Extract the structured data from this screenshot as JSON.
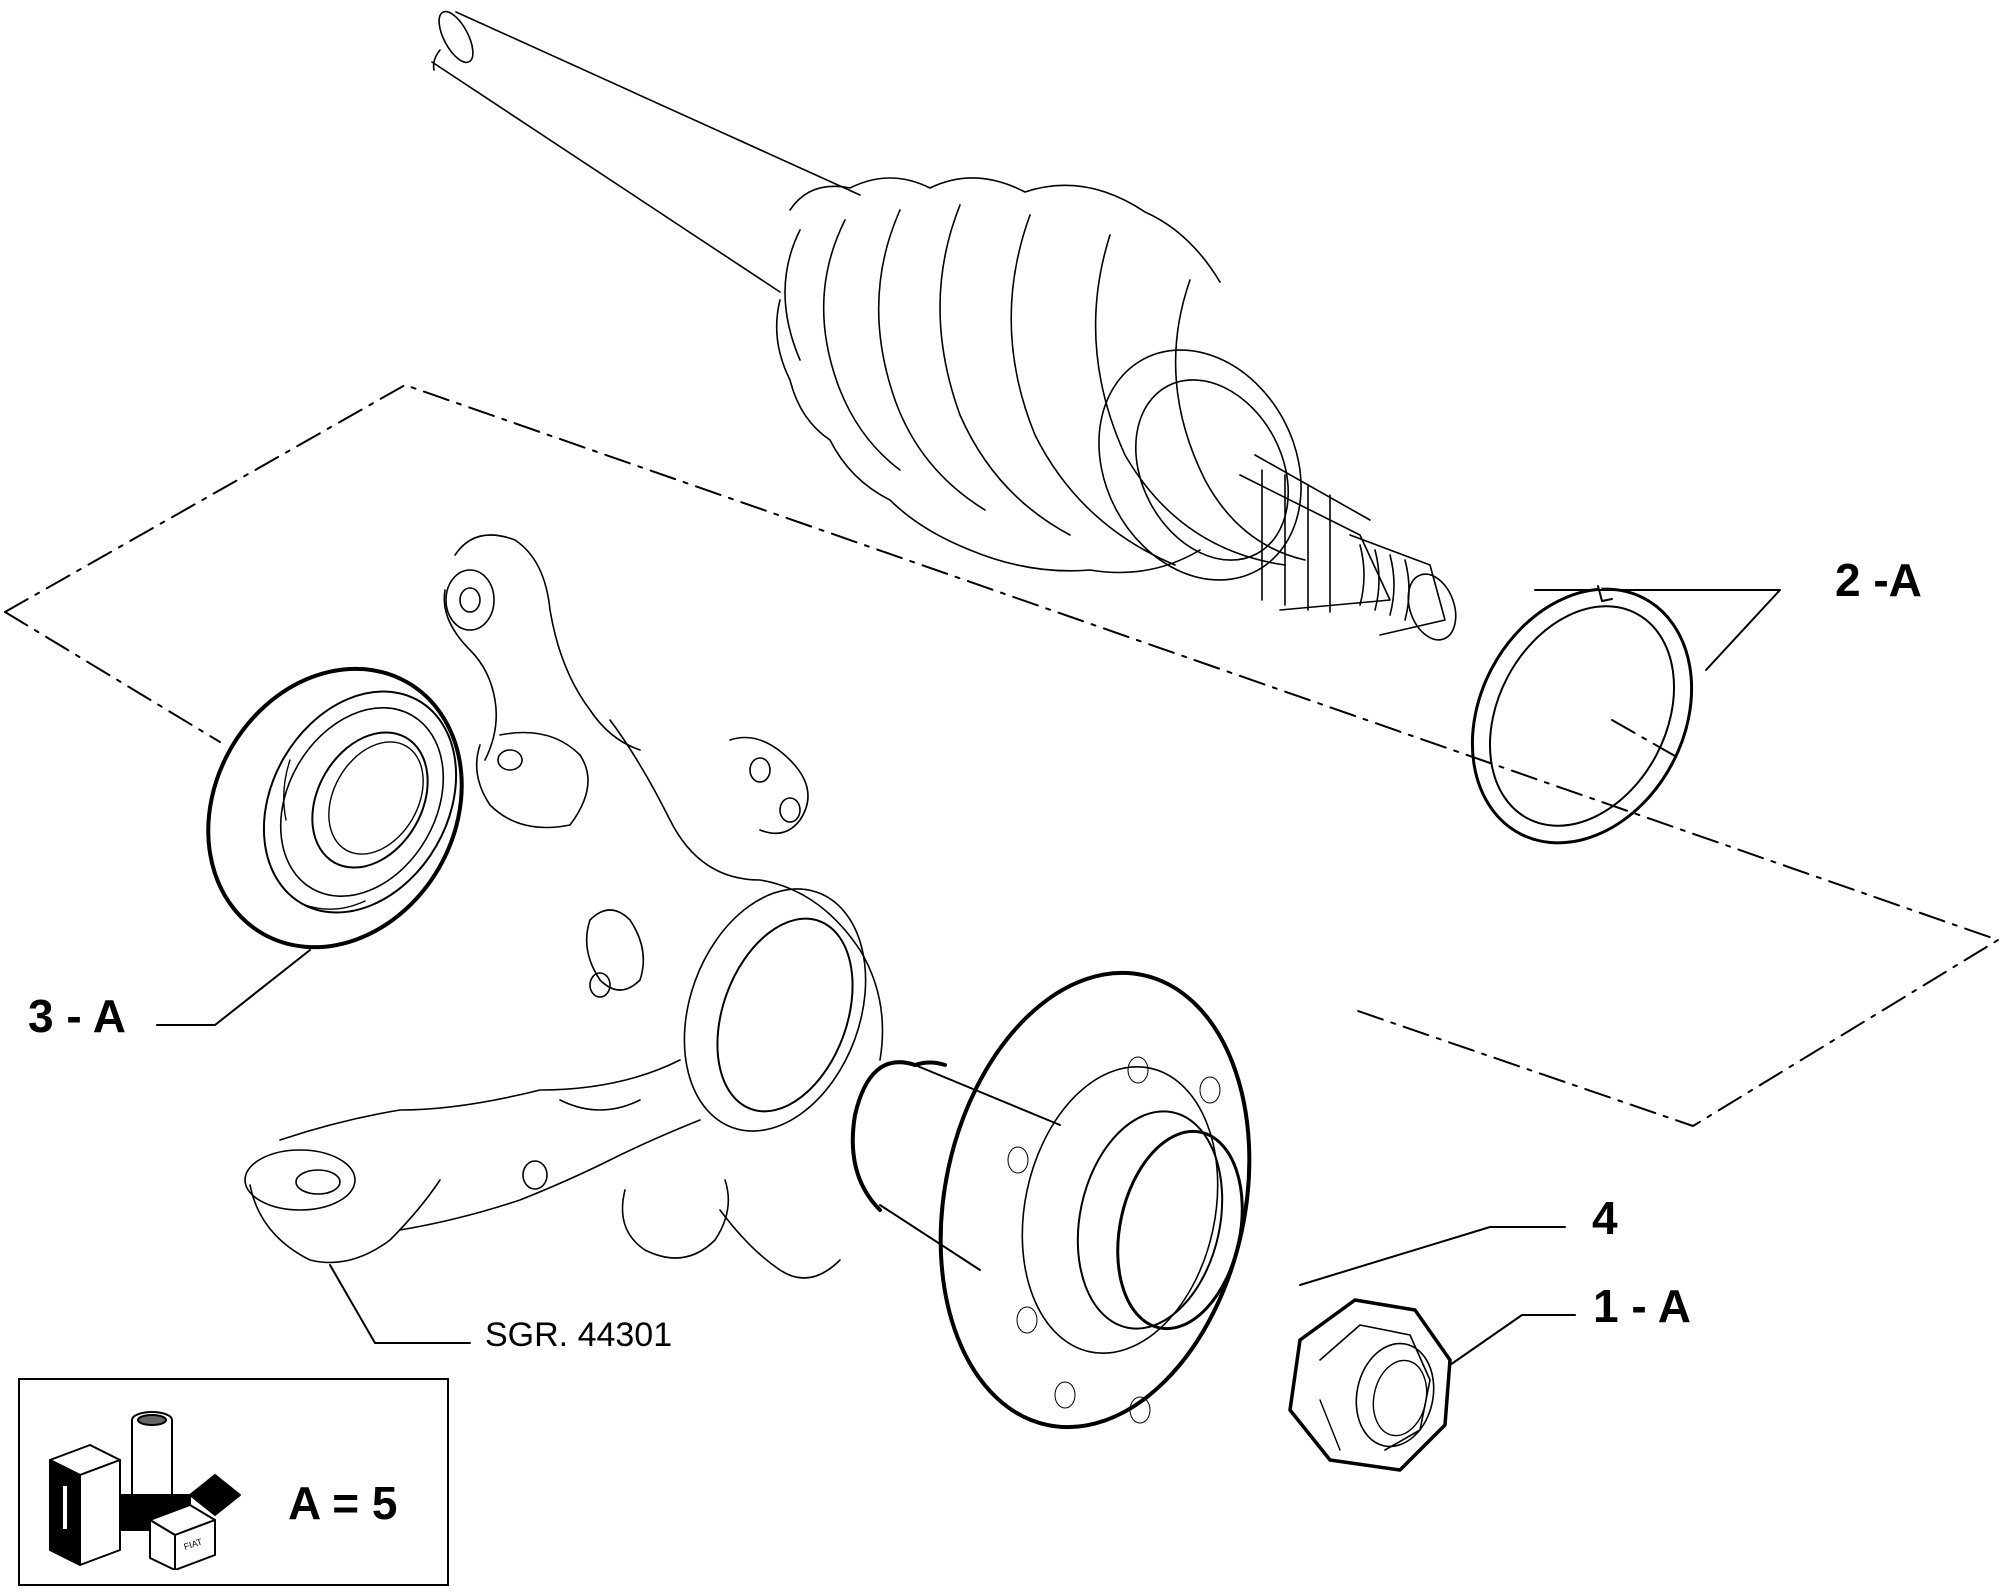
{
  "callouts": {
    "part_2": "2 -A",
    "part_3": "3 - A",
    "part_4": "4",
    "part_1": "1 - A"
  },
  "reference": "SGR. 44301",
  "kit": {
    "formula": "A = 5",
    "brand": "FIAT"
  },
  "colors": {
    "line": "#000000",
    "background": "#ffffff"
  }
}
